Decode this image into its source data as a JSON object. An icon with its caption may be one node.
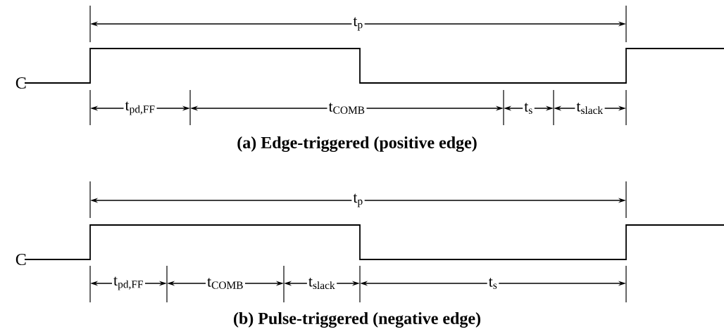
{
  "diagram": {
    "labels": [
      "t$_{p}$",
      "C",
      "t$_{pd,FF}$",
      "t$_{COMB}$",
      "t$_{s}$",
      "t$_{slack}$",
      "(a) Edge-triggered (positive edge)",
      "t$_{p}$",
      "C",
      "t$_{pd,FF}$",
      "t$_{COMB}$",
      "t$_{slack}$",
      "t$_{s}$",
      "(b) Pulse-triggered (negative edge)"
    ]
  }
}
